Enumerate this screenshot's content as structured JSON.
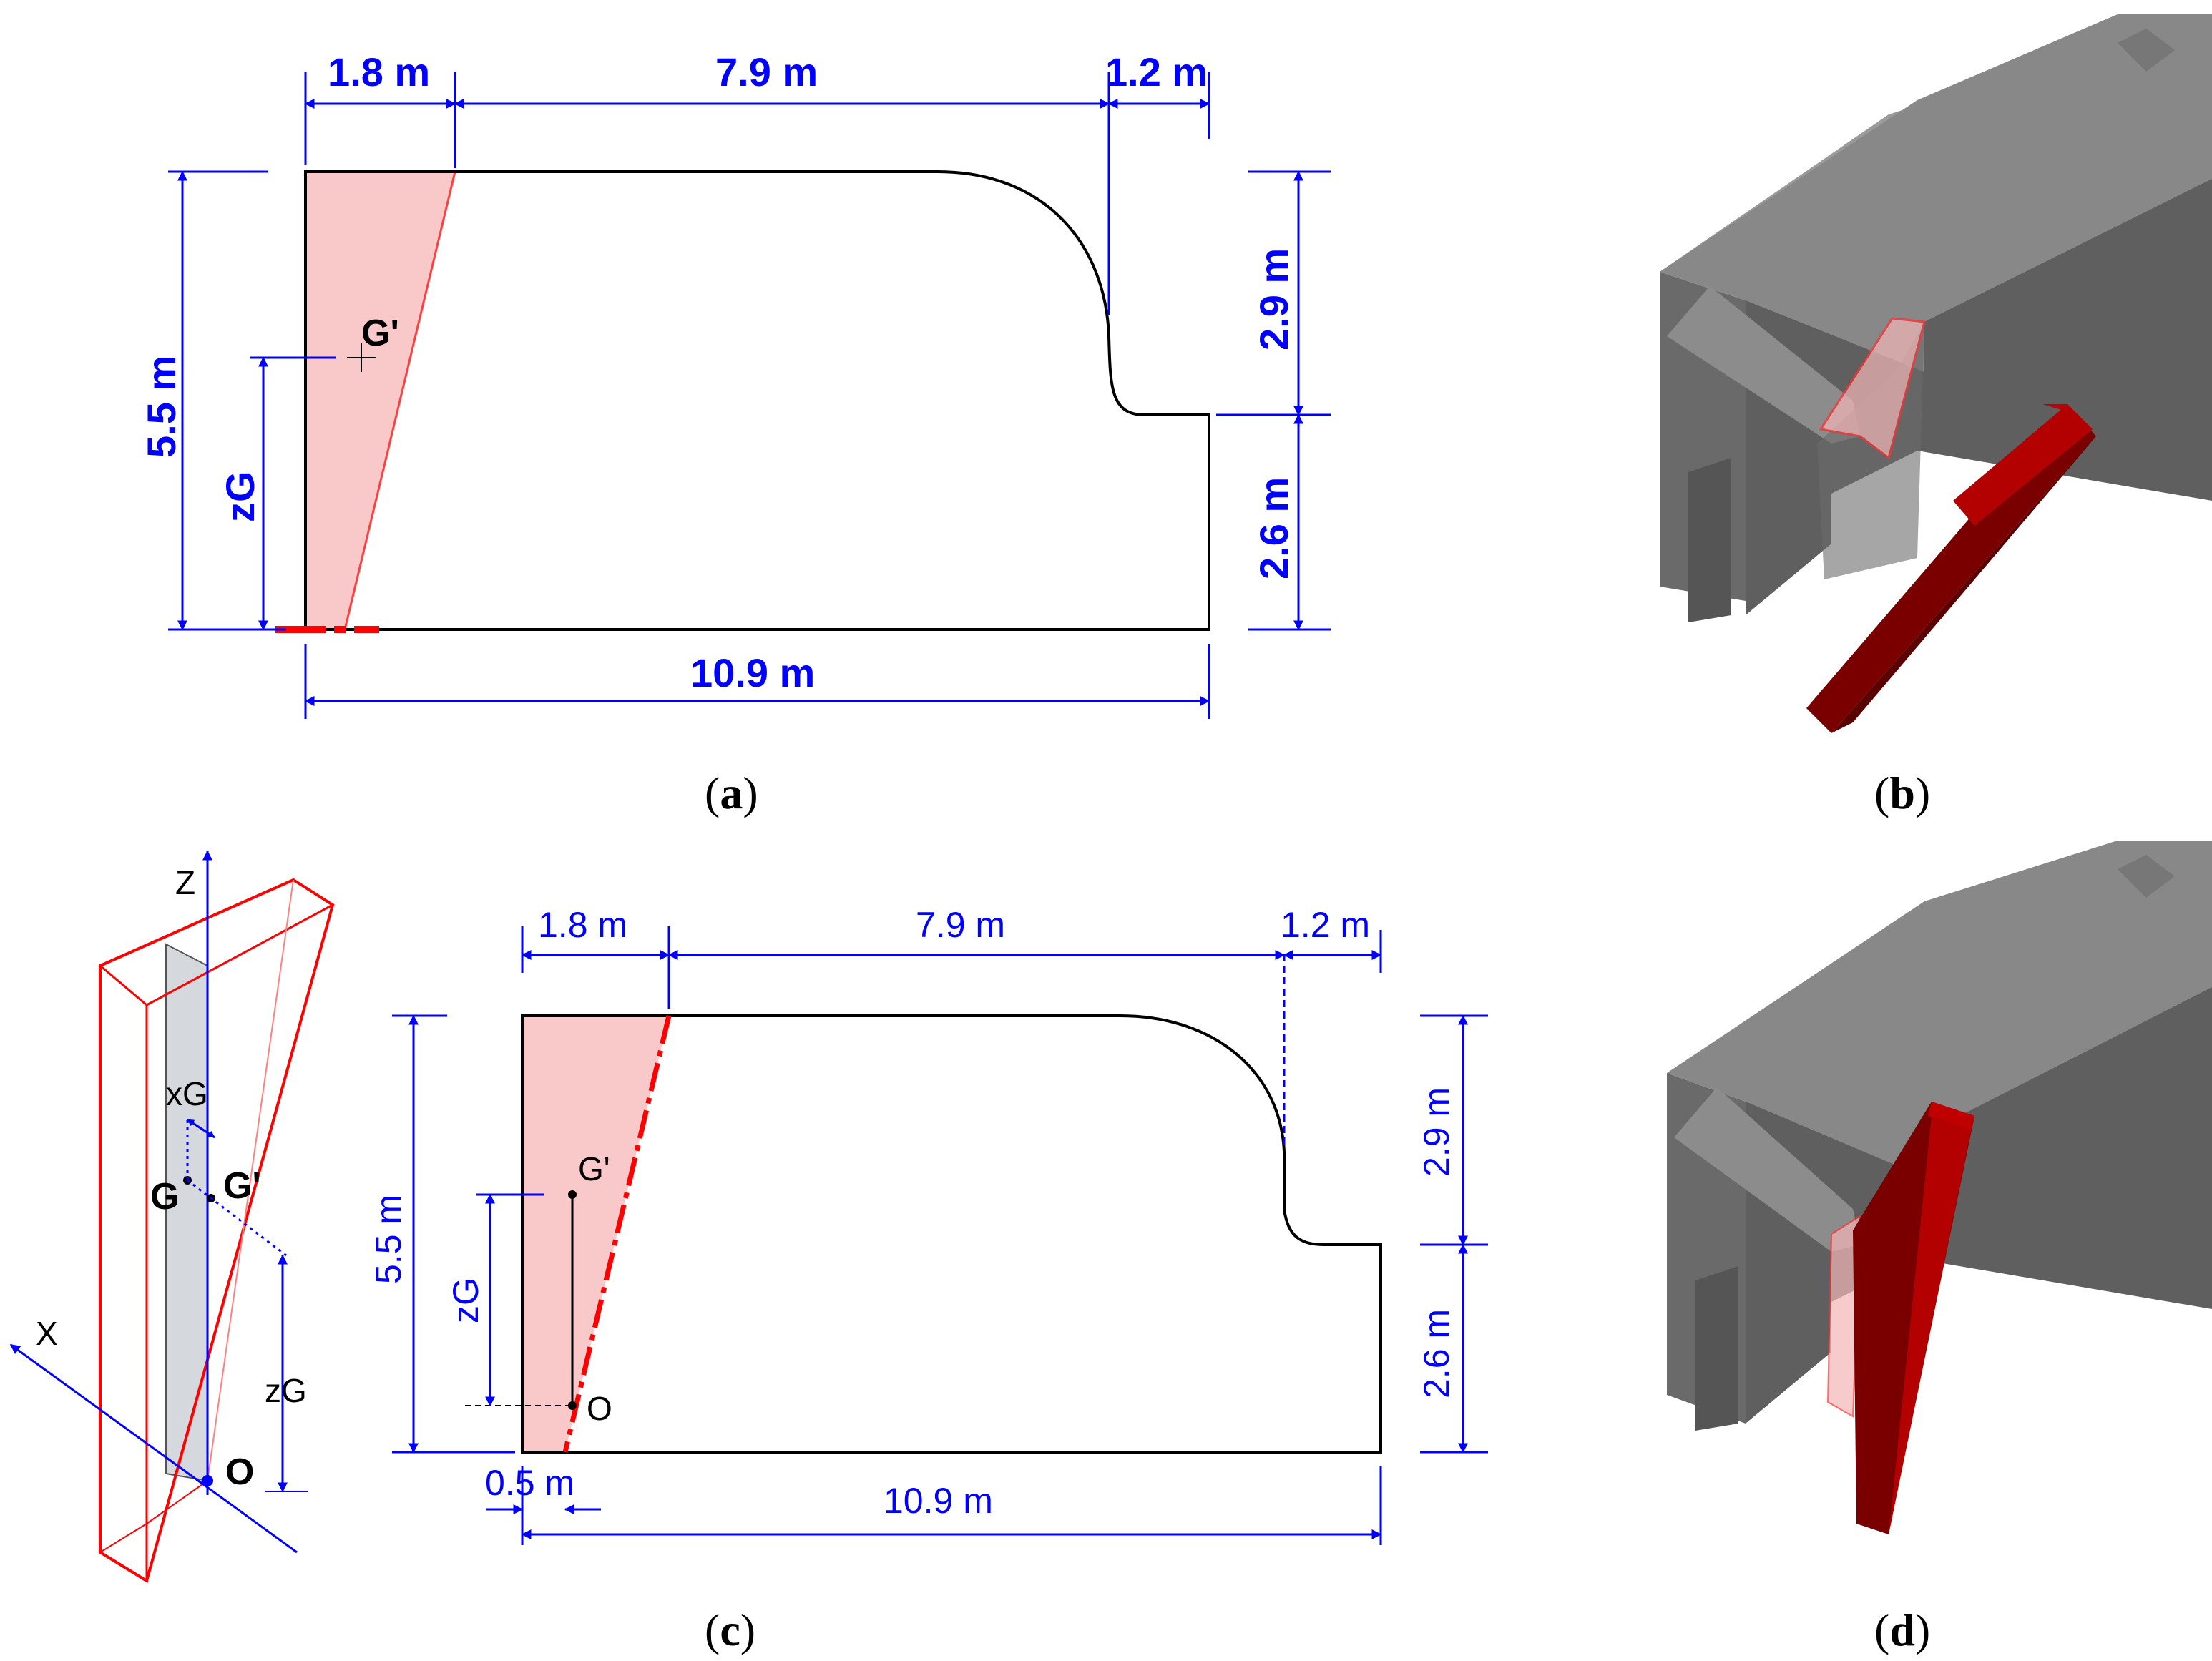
{
  "panel_a": {
    "caption_open": "(",
    "caption_letter": "a",
    "caption_close": ")",
    "dim_top_1": "1.8 m",
    "dim_top_2": "7.9 m",
    "dim_top_3": "1.2 m",
    "dim_left": "5.5 m",
    "dim_right_upper": "2.9 m",
    "dim_right_lower": "2.6 m",
    "dim_bottom": "10.9 m",
    "label_centroid": "G'",
    "label_zg": "zG"
  },
  "panel_b": {
    "caption_open": "(",
    "caption_letter": "b",
    "caption_close": ")"
  },
  "panel_c": {
    "caption_open": "(",
    "caption_letter": "c",
    "caption_close": ")",
    "dim_top_1": "1.8 m",
    "dim_top_2": "7.9 m",
    "dim_top_3": "1.2 m",
    "dim_left": "5.5 m",
    "dim_right_upper": "2.9 m",
    "dim_right_lower": "2.6 m",
    "dim_bottom": "10.9 m",
    "dim_offset": "0.5 m",
    "label_centroid": "G'",
    "label_origin": "O",
    "label_zg": "zG",
    "axis_z": "Z",
    "axis_x": "X",
    "iso_label_xg": "xG",
    "iso_label_g": "G",
    "iso_label_gprime": "G'",
    "iso_label_zg": "zG",
    "iso_label_o": "O"
  },
  "panel_d": {
    "caption_open": "(",
    "caption_letter": "d",
    "caption_close": ")"
  },
  "colors": {
    "dimension": "#0000ff",
    "wedge_fill": "#f9c9c9",
    "wedge_edge": "#ff0000",
    "block_dark": "#5d5d5d",
    "block_mid": "#8a8a8a",
    "block_light": "#a9a9a9",
    "red_block": "#b30000"
  }
}
